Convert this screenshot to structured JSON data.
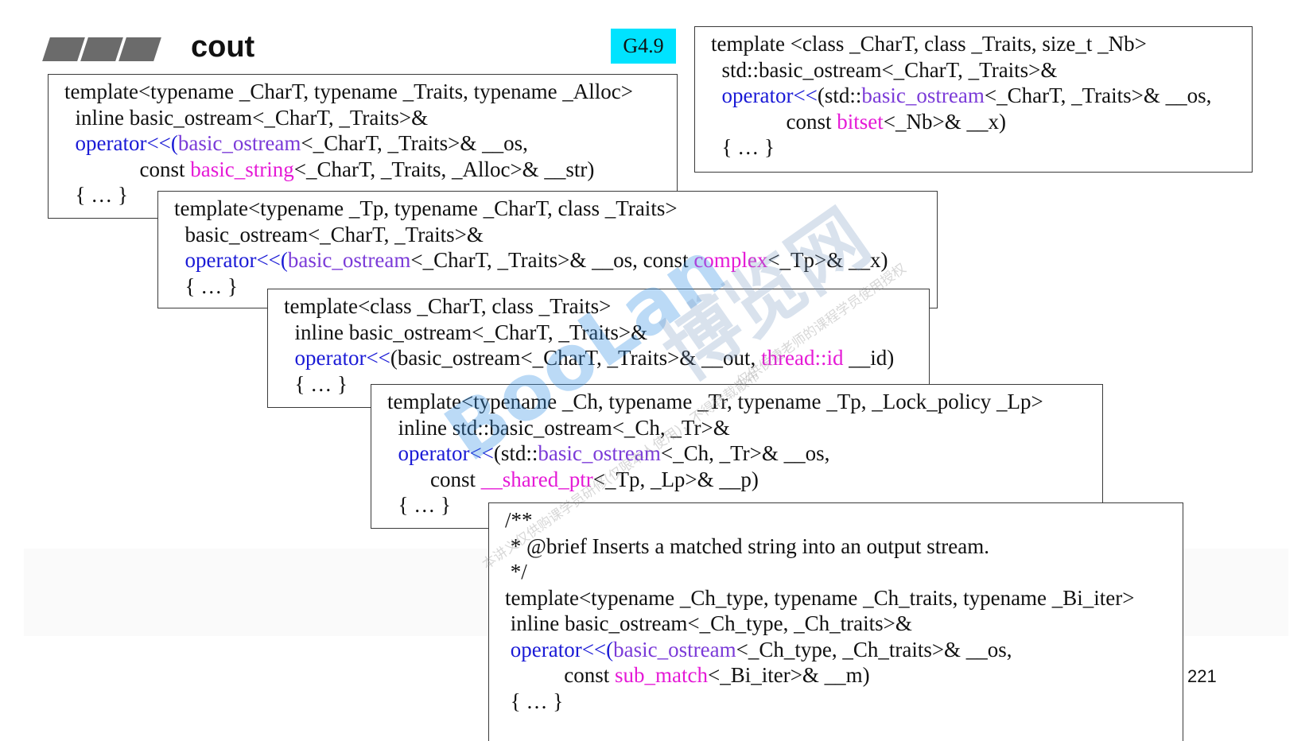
{
  "slide": {
    "title": "cout",
    "tag": "G4.9",
    "page_number": "221"
  },
  "boxes": [
    {
      "lines": [
        [
          {
            "t": "template<typename _CharT, typename _Traits, typename _Alloc>",
            "c": "n"
          }
        ],
        [
          {
            "t": "  inline basic_ostream<_CharT, _Traits>&",
            "c": "n"
          }
        ],
        [
          {
            "t": "  operator<<(",
            "c": "op"
          },
          {
            "t": "basic_ostream",
            "c": "ty"
          },
          {
            "t": "<_CharT, _Traits>& __os,",
            "c": "n"
          }
        ],
        [
          {
            "t": "              const ",
            "c": "n"
          },
          {
            "t": "basic_string",
            "c": "mg"
          },
          {
            "t": "<_CharT, _Traits, _Alloc>& __str)",
            "c": "n"
          }
        ],
        [
          {
            "t": "  { … }",
            "c": "n"
          }
        ]
      ]
    },
    {
      "lines": [
        [
          {
            "t": "template <class _CharT, class _Traits, size_t _Nb>",
            "c": "n"
          }
        ],
        [
          {
            "t": "  std::basic_ostream<_CharT, _Traits>&",
            "c": "n"
          }
        ],
        [
          {
            "t": "  operator<<",
            "c": "op"
          },
          {
            "t": "(std::",
            "c": "n"
          },
          {
            "t": "basic_ostream",
            "c": "ty"
          },
          {
            "t": "<_CharT, _Traits>& __os,",
            "c": "n"
          }
        ],
        [
          {
            "t": "              const ",
            "c": "n"
          },
          {
            "t": "bitset",
            "c": "mg"
          },
          {
            "t": "<_Nb>& __x)",
            "c": "n"
          }
        ],
        [
          {
            "t": "  { … }",
            "c": "n"
          }
        ]
      ]
    },
    {
      "lines": [
        [
          {
            "t": "template<typename _Tp, typename _CharT, class _Traits>",
            "c": "n"
          }
        ],
        [
          {
            "t": "  basic_ostream<_CharT, _Traits>&",
            "c": "n"
          }
        ],
        [
          {
            "t": "  operator<<(",
            "c": "op"
          },
          {
            "t": "basic_ostream",
            "c": "ty"
          },
          {
            "t": "<_CharT, _Traits>& __os, const ",
            "c": "n"
          },
          {
            "t": "complex",
            "c": "mg"
          },
          {
            "t": "<_Tp>& __x)",
            "c": "n"
          }
        ],
        [
          {
            "t": "  { … }",
            "c": "n"
          }
        ]
      ]
    },
    {
      "lines": [
        [
          {
            "t": "template<class _CharT, class _Traits>",
            "c": "n"
          }
        ],
        [
          {
            "t": "  inline basic_ostream<_CharT, _Traits>&",
            "c": "n"
          }
        ],
        [
          {
            "t": "  operator<<",
            "c": "op"
          },
          {
            "t": "(basic_ostream<_CharT, _Traits>& __out, ",
            "c": "n"
          },
          {
            "t": "thread::id",
            "c": "mg"
          },
          {
            "t": " __id)",
            "c": "n"
          }
        ],
        [
          {
            "t": "  { … }",
            "c": "n"
          }
        ]
      ]
    },
    {
      "lines": [
        [
          {
            "t": "template<typename _Ch, typename _Tr, typename _Tp, _Lock_policy _Lp>",
            "c": "n"
          }
        ],
        [
          {
            "t": "  inline std::basic_ostream<_Ch, _Tr>&",
            "c": "n"
          }
        ],
        [
          {
            "t": "  operator<<",
            "c": "op"
          },
          {
            "t": "(std::",
            "c": "n"
          },
          {
            "t": "basic_ostream",
            "c": "ty"
          },
          {
            "t": "<_Ch, _Tr>& __os,",
            "c": "n"
          }
        ],
        [
          {
            "t": "        const ",
            "c": "n"
          },
          {
            "t": "__shared_ptr",
            "c": "mg"
          },
          {
            "t": "<_Tp, _Lp>& __p)",
            "c": "n"
          }
        ],
        [
          {
            "t": "  { … }",
            "c": "n"
          }
        ]
      ]
    },
    {
      "lines": [
        [
          {
            "t": "/**",
            "c": "n"
          }
        ],
        [
          {
            "t": " * @brief Inserts a matched string into an output stream.",
            "c": "n"
          }
        ],
        [
          {
            "t": " */",
            "c": "n"
          }
        ],
        [
          {
            "t": "template<typename _Ch_type, typename _Ch_traits, typename _Bi_iter>",
            "c": "n"
          }
        ],
        [
          {
            "t": " inline basic_ostream<_Ch_type, _Ch_traits>&",
            "c": "n"
          }
        ],
        [
          {
            "t": " operator<<(",
            "c": "op"
          },
          {
            "t": "basic_ostream",
            "c": "ty"
          },
          {
            "t": "<_Ch_type, _Ch_traits>& __os,",
            "c": "n"
          }
        ],
        [
          {
            "t": "           const ",
            "c": "n"
          },
          {
            "t": "sub_match",
            "c": "mg"
          },
          {
            "t": "<_Bi_iter>& __m)",
            "c": "n"
          }
        ],
        [
          {
            "t": " { … }",
            "c": "n"
          }
        ]
      ]
    }
  ],
  "watermark": {
    "logo": "BooLan",
    "brand": "博览网",
    "small_line_1": "本讲义仅供购课学员研修(仅限本人使用)，不得转载散布",
    "small_line_2": "仅供侯捷老师的课程学员使用授权"
  },
  "colors": {
    "operator": "#1a1ad6",
    "type": "#7b3bd8",
    "highlight": "#e51ad6",
    "tag_bg": "#00e3ff"
  }
}
